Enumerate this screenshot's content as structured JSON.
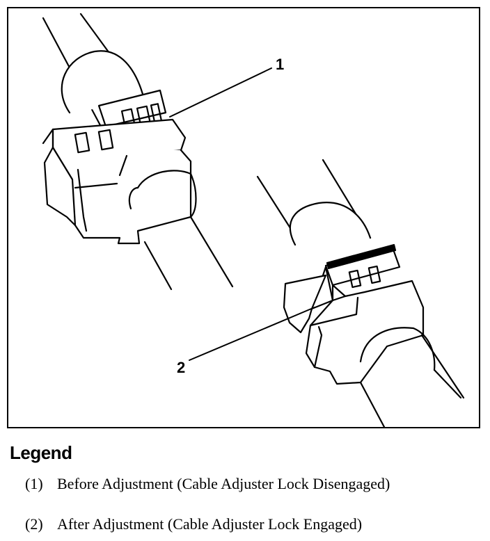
{
  "figure": {
    "callout_1": "1",
    "callout_2": "2"
  },
  "legend": {
    "title": "Legend",
    "items": [
      {
        "number": "(1)",
        "text": "Before Adjustment (Cable Adjuster Lock Disengaged)"
      },
      {
        "number": "(2)",
        "text": "After Adjustment (Cable Adjuster Lock Engaged)"
      }
    ]
  }
}
